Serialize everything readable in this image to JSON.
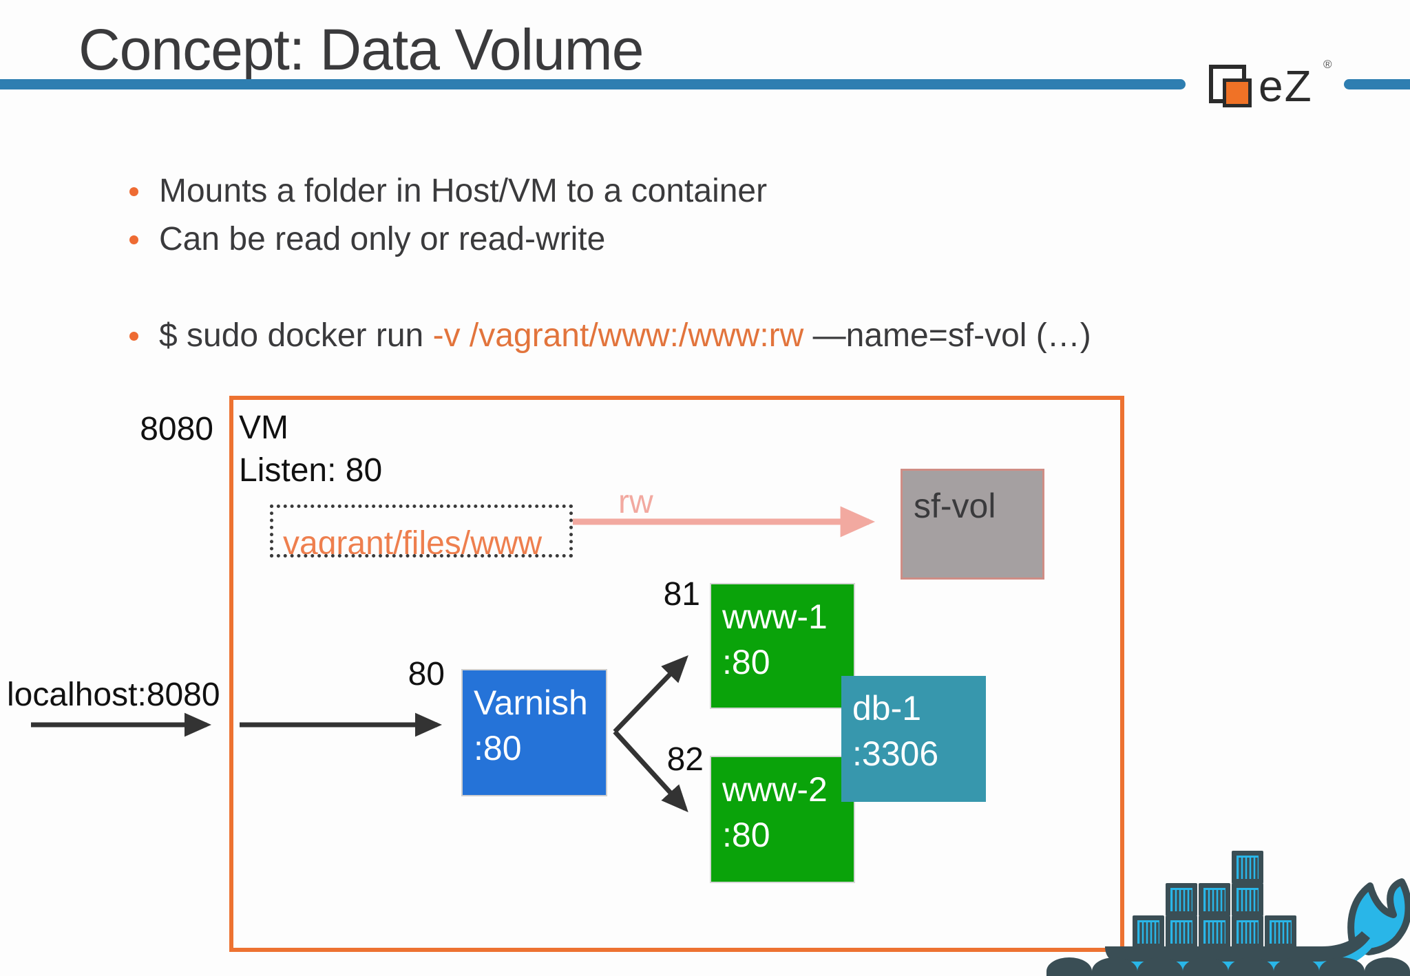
{
  "colors": {
    "text_dark": "#3a3a3c",
    "rule_blue": "#2e7eb1",
    "accent_orange": "#ed7231",
    "bullet_orange": "#ee6b33",
    "command_orange": "#e2743c",
    "vagrant_orange": "#ee7f4e",
    "varnish_blue": "#2573d8",
    "node_green": "#0aa30a",
    "node_teal": "#3797ad",
    "vol_gray": "#a5a0a1",
    "vol_border": "#cf8d85",
    "rw_pink": "#f2a9a0",
    "arrow_dark": "#333333",
    "logo_orange": "#f07226",
    "docker_cyan": "#29b6e8",
    "docker_dark": "#3a4e55"
  },
  "header": {
    "title": "Concept: Data Volume",
    "logo_text": "eZ",
    "logo_registered": "®"
  },
  "bullets": [
    "Mounts a folder in Host/VM to a container",
    "Can be read only or read-write"
  ],
  "command": {
    "prefix": "$ sudo docker run ",
    "highlight": "-v /vagrant/www:/www:rw",
    "suffix": " —name=sf-vol (…)"
  },
  "diagram": {
    "host_port_label": "8080",
    "vm_label": "VM",
    "listen_label": "Listen: 80",
    "localhost_label": "localhost:8080",
    "varnish_port_label": "80",
    "www1_port_label": "81",
    "www2_port_label": "82",
    "volume_path_label": "vagrant/files/www",
    "rw_label": "rw",
    "nodes": {
      "varnish": {
        "name": "Varnish",
        "port": ":80"
      },
      "www1": {
        "name": "www-1",
        "port": ":80"
      },
      "www2": {
        "name": "www-2",
        "port": ":80"
      },
      "db1": {
        "name": "db-1",
        "port": ":3306"
      },
      "sfvol": {
        "name": "sf-vol"
      }
    }
  }
}
